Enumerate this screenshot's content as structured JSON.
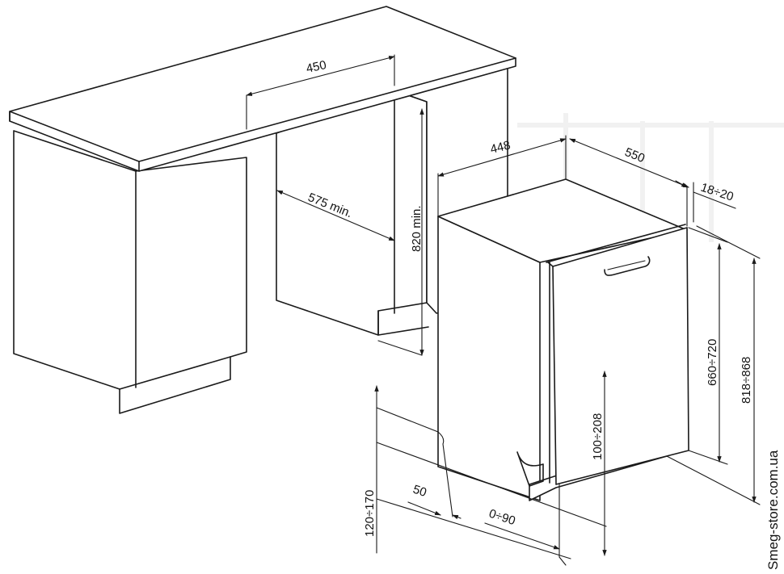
{
  "dimensions": {
    "countertop_width": "450",
    "niche_depth": "575 min.",
    "niche_height": "820 min.",
    "appliance_width": "448",
    "appliance_depth": "550",
    "door_offset": "18÷20",
    "door_panel_height": "660÷720",
    "total_height": "818÷868",
    "plinth_height": "100÷208",
    "feet_adjust": "120÷170",
    "foot_gap": "50",
    "foot_range": "0÷90"
  },
  "watermark": "Smeg-store.com.ua",
  "colors": {
    "line": "#1a1a1a",
    "background": "#ffffff"
  }
}
